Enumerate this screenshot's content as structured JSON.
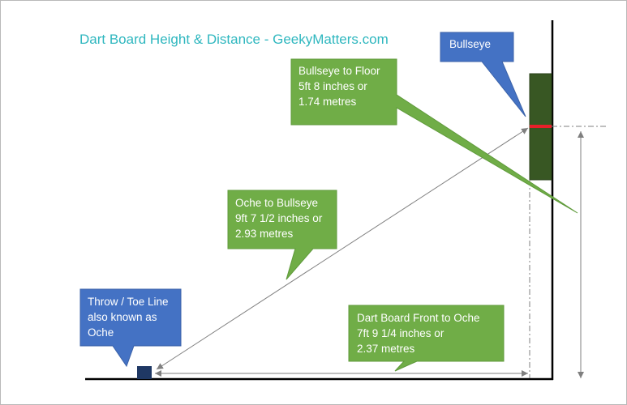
{
  "title": "Dart Board Height & Distance - GeekyMatters.com",
  "callouts": {
    "bullseye": {
      "lines": [
        "Bullseye"
      ]
    },
    "bullseye_to_floor": {
      "lines": [
        "Bullseye to Floor",
        "5ft 8 inches or",
        "1.74 metres"
      ]
    },
    "oche_to_bullseye": {
      "lines": [
        "Oche to Bullseye",
        "9ft 7 1/2 inches or",
        "2.93 metres"
      ]
    },
    "throw_line": {
      "lines": [
        "Throw / Toe Line",
        "also known as",
        "Oche"
      ]
    },
    "board_to_oche": {
      "lines": [
        "Dart Board Front to Oche",
        "7ft 9 1/4 inches or",
        "2.37 metres"
      ]
    }
  },
  "colors": {
    "title": "#2fb7bf",
    "green_callout": "#70ad47",
    "blue_callout": "#4472c4",
    "board": "#385723",
    "bullseye_line": "#e8202a",
    "wall": "#000000",
    "oche_marker": "#1f3864",
    "dimension_line": "#7f7f7f"
  }
}
